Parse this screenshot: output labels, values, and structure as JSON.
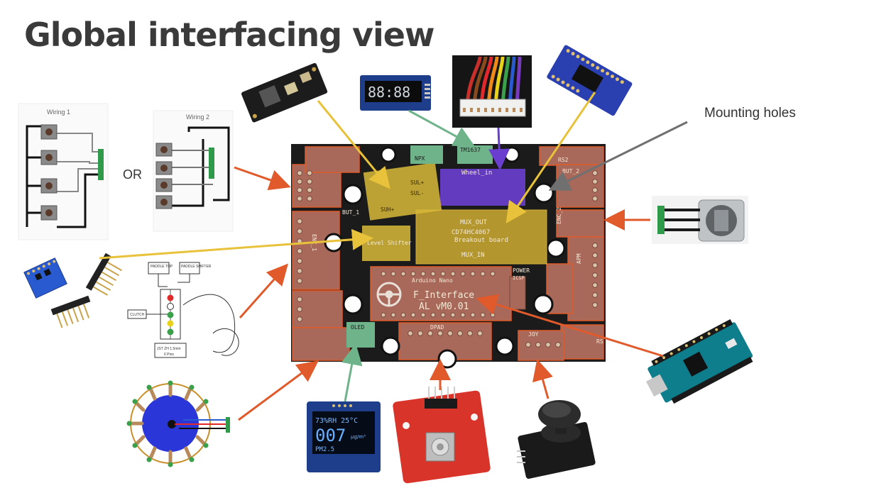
{
  "slide": {
    "title": "Global interfacing view",
    "mounting_label": "Mounting holes",
    "or_label": "OR"
  },
  "wiring": {
    "w1_title": "Wiring 1",
    "w2_title": "Wiring 2"
  },
  "paddle": {
    "top": "PADDLE TOP",
    "shifter": "PADDLE SHIFTER",
    "clutch": "CLUTCH",
    "connector": "JST ZH 1.5mm",
    "pins": "6 Pins"
  },
  "display": {
    "seg_text": "88:88",
    "oled_line1": "73%RH  25°C",
    "oled_value": "007",
    "oled_unit": "μg/m³",
    "oled_line3": "PM2.5"
  },
  "board": {
    "wheel_in": "Wheel_in",
    "mux_out": "MUX_OUT",
    "mux_chip": "CD74HC4067",
    "mux_sub": "Breakout board",
    "mux_in": "MUX_IN",
    "level_shifter": "Level Shifter",
    "nano": "Arduino Nano",
    "f_interface": "F_Interface",
    "version": "AL vM0.01",
    "power": "POWER",
    "icsp": "ICSP",
    "oled": "OLED",
    "dpad": "DPAD",
    "joy": "JOY",
    "npx": "NPX",
    "tm1637": "TM1637",
    "rs2": "RS2",
    "rs": "RS",
    "but1": "BUT_1",
    "but2": "BUT_2",
    "enc1": "ENC_1",
    "enc2": "ENC_2",
    "apm": "APM",
    "sul_plus": "SUL+",
    "sul_minus": "SUL-",
    "suh_plus": "SUH+"
  },
  "colors": {
    "pcb": "#1b1b1b",
    "copper": "#a8685a",
    "outline": "#e05a2b",
    "yellow": "#e8c23a",
    "green": "#6fb38a",
    "purple": "#6a3fd0",
    "gray": "#707070",
    "module_blue": "#2a3fb0"
  }
}
